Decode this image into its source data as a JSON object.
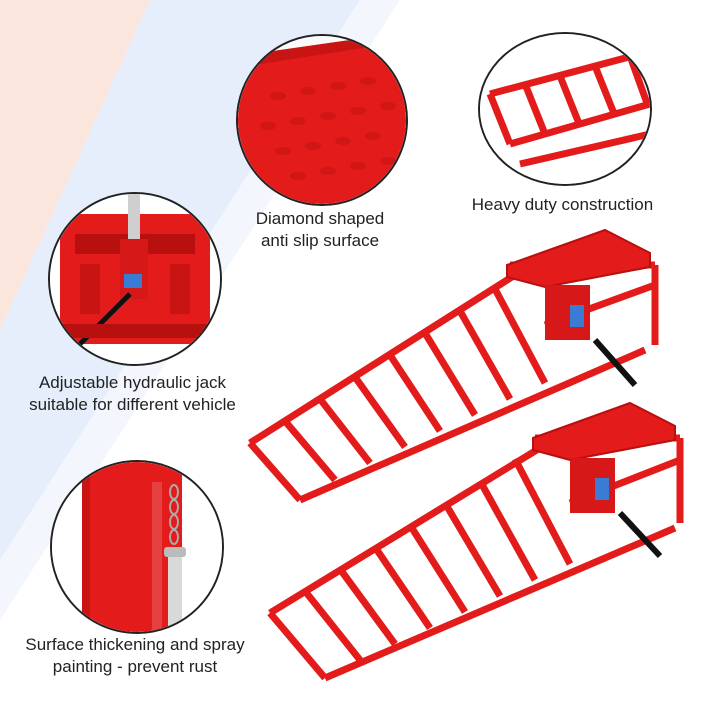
{
  "captions": {
    "diamond": {
      "line1": "Diamond shaped",
      "line2": "anti slip surface"
    },
    "heavy": {
      "line1": "Heavy duty construction"
    },
    "hydraulic": {
      "line1": "Adjustable hydraulic jack",
      "line2": "suitable for different vehicle"
    },
    "surface": {
      "line1": "Surface thickening and spray",
      "line2": "painting - prevent rust"
    }
  },
  "colors": {
    "ramp_red": "#e31b1b",
    "ramp_dark": "#b80f0f",
    "band_blue": "#e6eefb",
    "band_peach": "#fbe6dd",
    "handle_black": "#111111"
  }
}
